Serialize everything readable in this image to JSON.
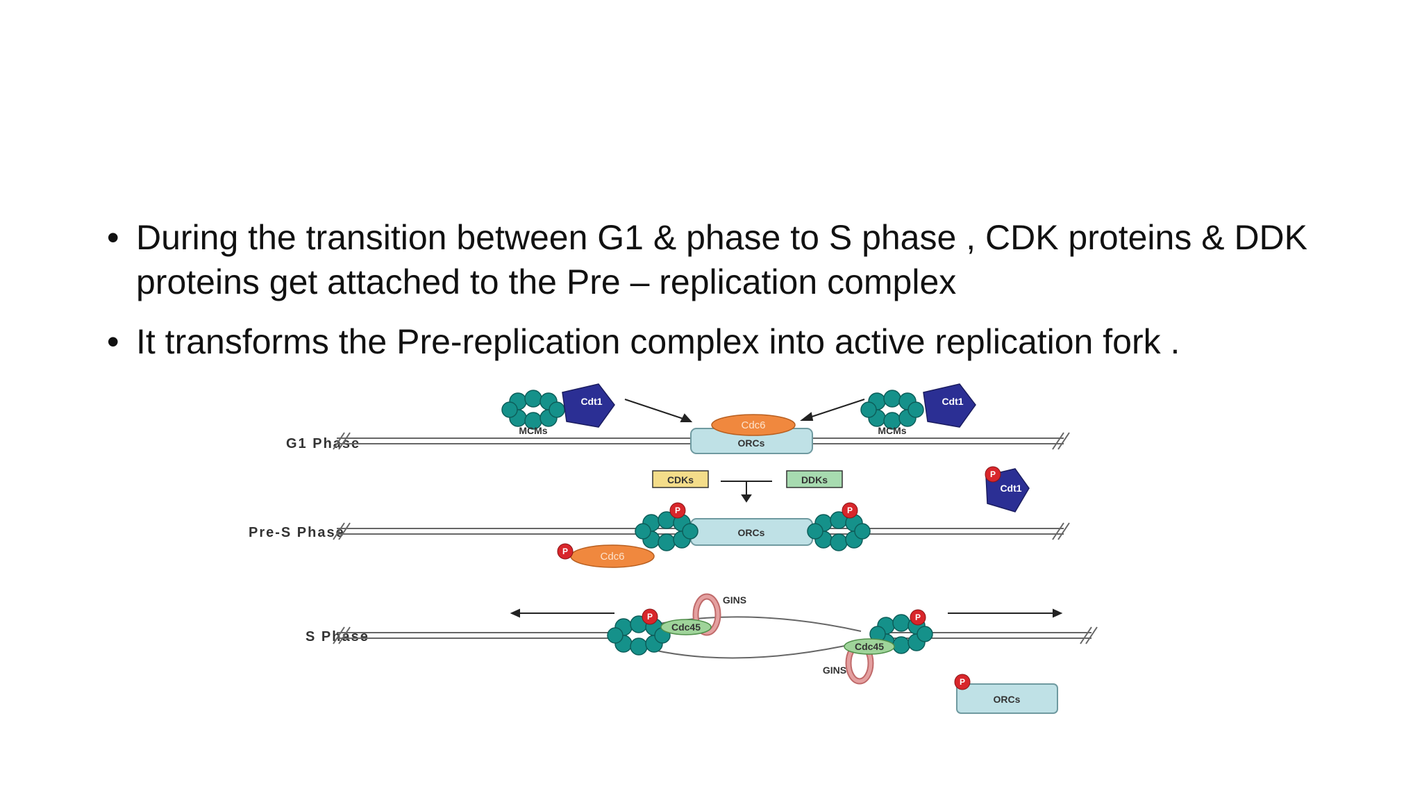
{
  "bullets": [
    {
      "marker": "•",
      "text": "During the transition between G1 & phase to S phase , CDK proteins & DDK proteins get attached to the Pre – replication complex"
    },
    {
      "marker": "•",
      "text": "It transforms the Pre-replication complex into active replication fork ."
    }
  ],
  "figure": {
    "phases": {
      "g1": "G1 Phase",
      "pre_s": "Pre-S Phase",
      "s": "S Phase"
    },
    "labels": {
      "cdt1": "Cdt1",
      "mcms": "MCMs",
      "cdc6": "Cdc6",
      "orcs": "ORCs",
      "cdks": "CDKs",
      "ddks": "DDKs",
      "p": "P",
      "cdc45": "Cdc45",
      "gins": "GINS"
    },
    "colors": {
      "mcm": "#15918a",
      "cdt1": "#2b2f94",
      "cdc6": "#f0883e",
      "orc": "#bfe1e6",
      "phospho": "#d8262b",
      "cdk_box": "#f4dd8a",
      "ddk_box": "#a7dbb0",
      "cdc45": "#9fd49a",
      "gins": "#e4a0a0"
    }
  }
}
